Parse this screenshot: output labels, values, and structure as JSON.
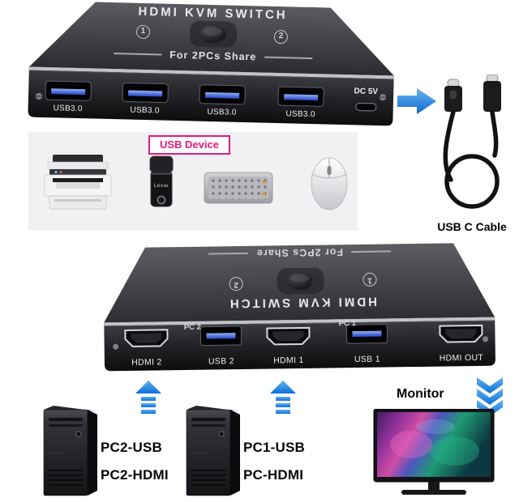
{
  "colors": {
    "accent_blue": "#1487e9",
    "magenta": "#e61980",
    "usb_port_blue": "#2744c4",
    "device_body": "#2c2c30",
    "background": "#ffffff"
  },
  "front_view": {
    "title": "HDMI KVM SWITCH",
    "subtitle": "For 2PCs Share",
    "selector_numbers": [
      "1",
      "2"
    ],
    "usb_port_labels": [
      "USB3.0",
      "USB3.0",
      "USB3.0",
      "USB3.0"
    ],
    "dc_port_label": "DC 5V"
  },
  "usb_c_cable": {
    "label": "USB C Cable",
    "icon": "usb-c-cable-icon"
  },
  "usb_device_panel": {
    "label": "USB Device",
    "devices": [
      {
        "name": "printer",
        "icon": "printer-icon"
      },
      {
        "name": "usb-flash-drive",
        "icon": "usb-flash-drive-icon",
        "brand": "Lexar"
      },
      {
        "name": "keyboard",
        "icon": "keyboard-icon"
      },
      {
        "name": "mouse",
        "icon": "mouse-icon"
      }
    ]
  },
  "rear_view": {
    "title": "HDMI KVM SWITCH",
    "subtitle": "For 2PCs Share",
    "selector_numbers": [
      "2",
      "1"
    ],
    "pc_labels": [
      "PC 2",
      "PC 1"
    ],
    "port_labels": [
      "HDMI 2",
      "USB 2",
      "HDMI 1",
      "USB 1",
      "HDMI OUT"
    ]
  },
  "connections": {
    "pc2": [
      "PC2-USB",
      "PC2-HDMI"
    ],
    "pc1": [
      "PC1-USB",
      "PC-HDMI"
    ],
    "monitor_label": "Monitor",
    "icons": [
      "arrow-up-icon",
      "arrow-up-icon",
      "arrow-down-icon",
      "pc-tower-icon",
      "pc-tower-icon",
      "monitor-icon"
    ]
  }
}
